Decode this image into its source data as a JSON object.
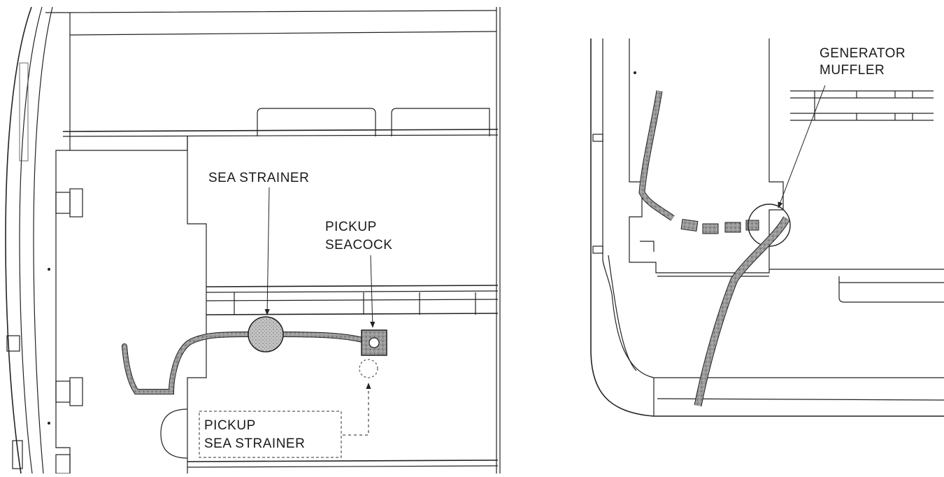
{
  "labels": {
    "sea_strainer": "SEA STRAINER",
    "pickup_seacock_line1": "PICKUP",
    "pickup_seacock_line2": "SEACOCK",
    "pickup_sea_strainer_line1": "PICKUP",
    "pickup_sea_strainer_line2": "SEA STRAINER",
    "generator_muffler_line1": "GENERATOR",
    "generator_muffler_line2": "MUFFLER"
  },
  "colors": {
    "line": "#222222",
    "hose_fill": "#8a8a8a",
    "strainer_fill": "#b5b5b5",
    "background": "#ffffff"
  }
}
